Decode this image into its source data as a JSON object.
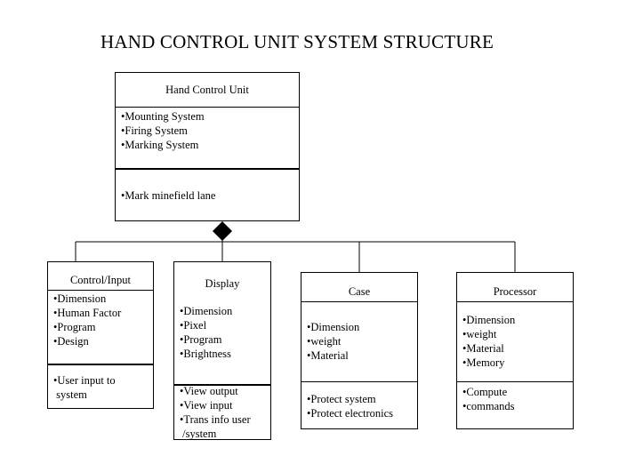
{
  "title": "HAND CONTROL UNIT SYSTEM STRUCTURE",
  "root": {
    "name": "Hand Control Unit",
    "attributes": [
      "•Mounting System",
      "•Firing System",
      "•Marking System"
    ],
    "operations": [
      "•Mark minefield lane"
    ]
  },
  "parts": [
    {
      "name": "Control/Input",
      "attributes": [
        "•Dimension",
        "•Human Factor",
        "•Program",
        "•Design"
      ],
      "operations": [
        "•User input to",
        " system"
      ]
    },
    {
      "name": "Display",
      "attributes": [
        "•Dimension",
        "•Pixel",
        "•Program",
        "•Brightness"
      ],
      "operations": [
        "•View output",
        "•View input",
        "•Trans info user",
        " /system"
      ]
    },
    {
      "name": "Case",
      "attributes": [
        "•Dimension",
        "•weight",
        "•Material"
      ],
      "operations": [
        "•Protect system",
        "•Protect electronics"
      ]
    },
    {
      "name": "Processor",
      "attributes": [
        "•Dimension",
        "•weight",
        "•Material",
        "•Memory"
      ],
      "operations": [
        "•Compute",
        "•commands"
      ]
    }
  ]
}
